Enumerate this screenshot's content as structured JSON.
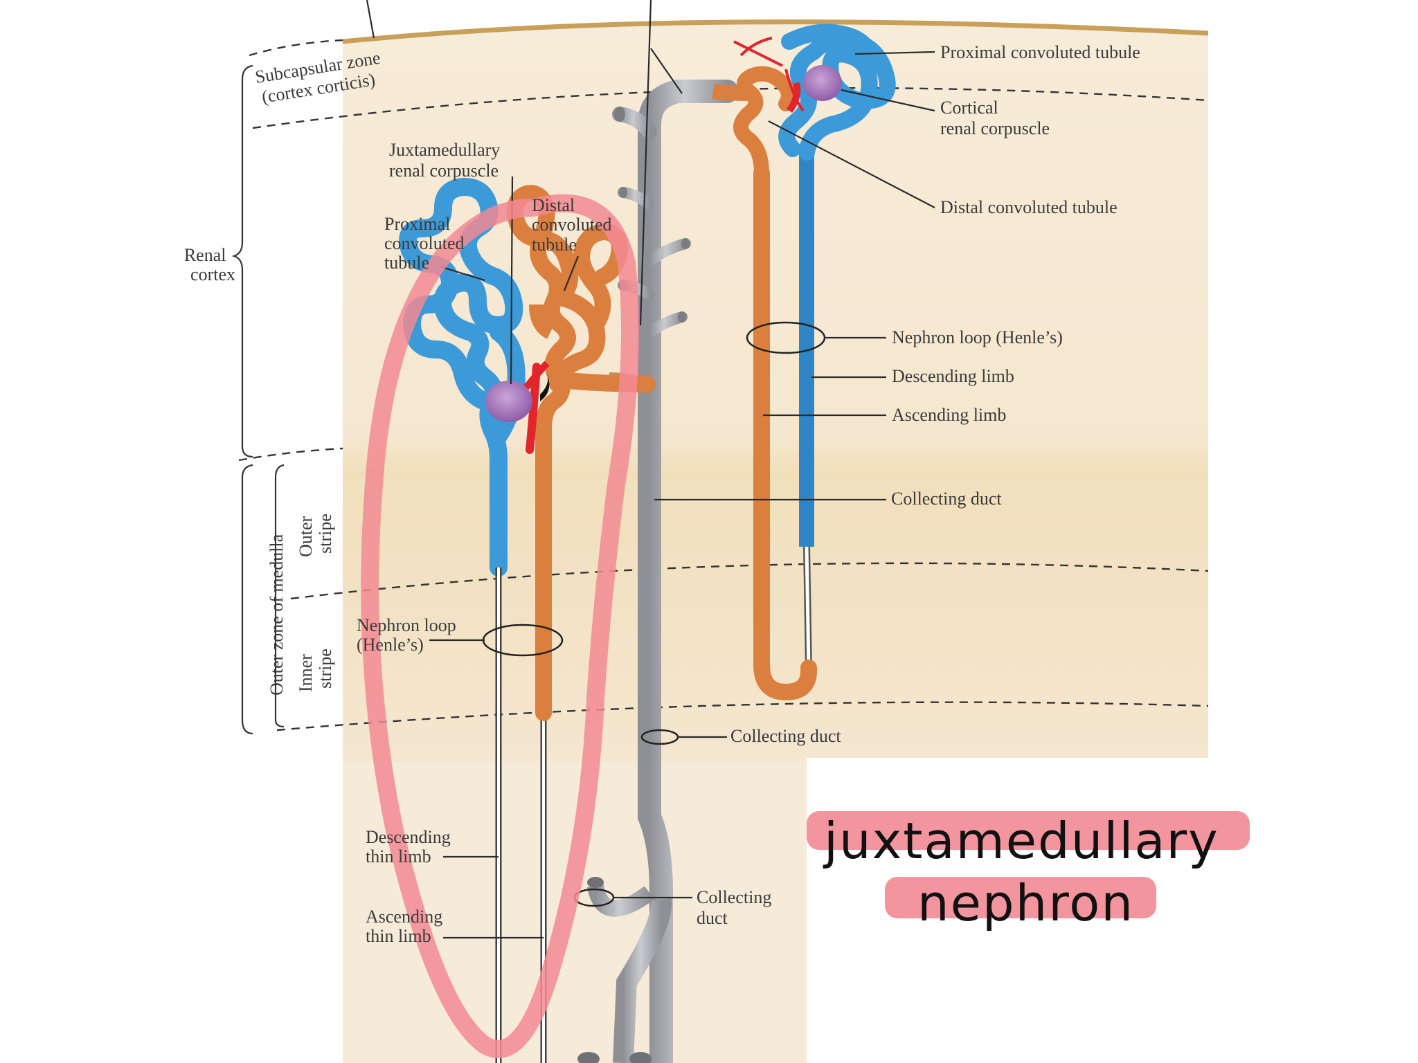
{
  "labels": {
    "subcapsular_zone": [
      "Subcapsular zone",
      "(cortex corticis)"
    ],
    "juxtamedullary_corpuscle": [
      "Juxtamedullary",
      "renal corpuscle"
    ],
    "proximal_left": [
      "Proximal",
      "convoluted",
      "tubule"
    ],
    "distal_left": [
      "Distal",
      "convoluted",
      "tubule"
    ],
    "renal_cortex": [
      "Renal",
      "cortex"
    ],
    "outer_zone": "Outer zone of medulla",
    "outer_stripe": [
      "Outer",
      "stripe"
    ],
    "inner_stripe": [
      "Inner",
      "stripe"
    ],
    "nephron_loop_left": [
      "Nephron loop",
      "(Henle’s)"
    ],
    "descending_thin": [
      "Descending",
      "thin limb"
    ],
    "ascending_thin": [
      "Ascending",
      "thin limb"
    ],
    "proximal_right": "Proximal convoluted tubule",
    "cortical_corpuscle": [
      "Cortical",
      "renal corpuscle"
    ],
    "distal_right": "Distal convoluted tubule",
    "nephron_loop_right": "Nephron loop (Henle’s)",
    "descending_limb": "Descending limb",
    "ascending_limb": "Ascending limb",
    "collecting_duct_1": "Collecting duct",
    "collecting_duct_2": "Collecting duct",
    "collecting_duct_3": [
      "Collecting",
      "duct"
    ]
  },
  "annotation": {
    "line1": "juxtamedullary",
    "line2": "nephron"
  },
  "colors": {
    "cortex_bg": "#f6ead6",
    "medulla_bg": "#f2e2c2",
    "proximal_blue": "#3d9ad8",
    "distal_orange": "#db7f3e",
    "duct_gray": "#a7a9ae",
    "corpuscle_purple": "#a77cbf",
    "arteriole_red": "#e2242c",
    "highlight_pink": "#f28a93"
  }
}
